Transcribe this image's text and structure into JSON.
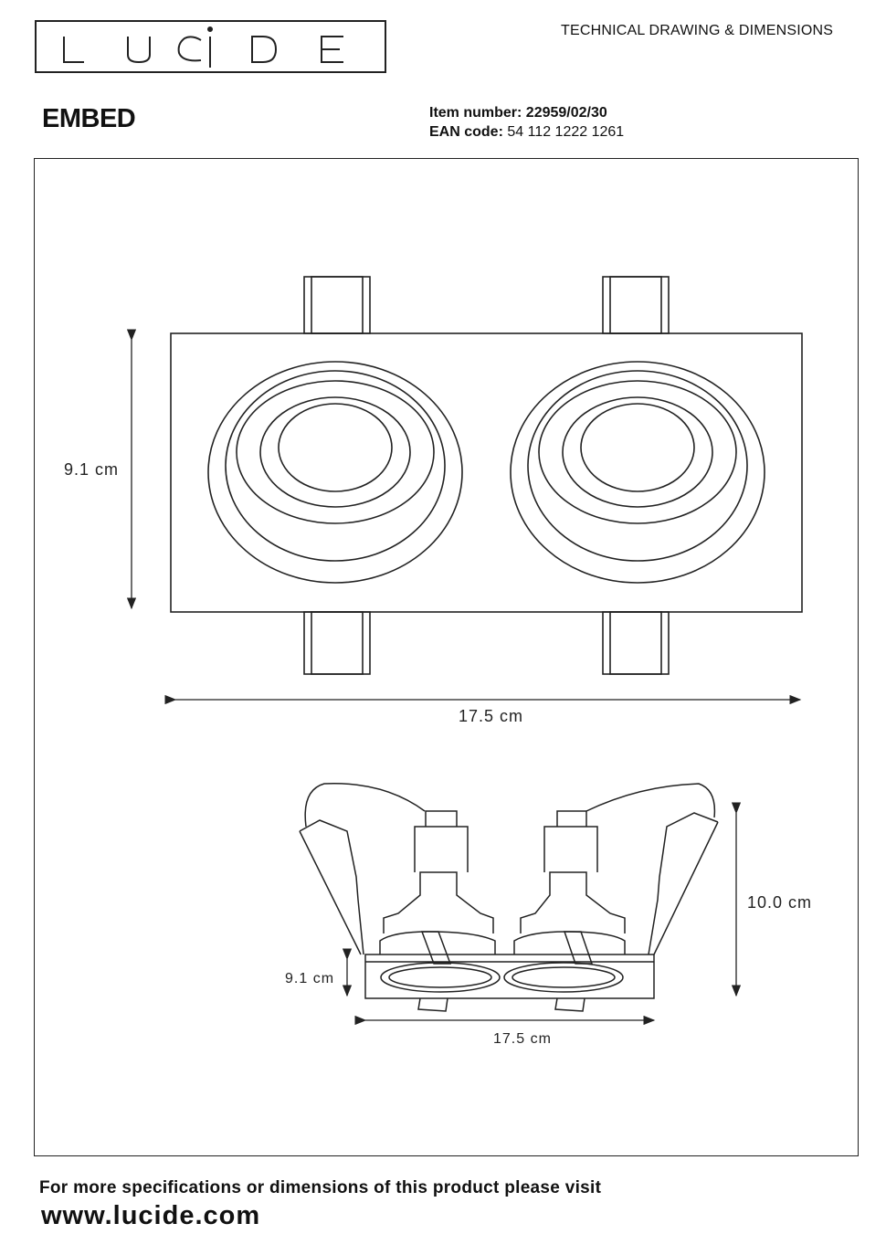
{
  "header": {
    "logo_text": "LUCIDE",
    "doc_title": "TECHNICAL DRAWING & DIMENSIONS"
  },
  "product": {
    "name": "EMBED",
    "item_label": "Item number:",
    "item_number": "22959/02/30",
    "ean_label": "EAN code:",
    "ean": "54 112 1222 1261"
  },
  "dimensions": {
    "top_height": "9.1 cm",
    "top_width": "17.5 cm",
    "side_height": "10.0 cm",
    "side_frame_height": "9.1 cm",
    "side_width": "17.5 cm"
  },
  "footer": {
    "line1": "For more specifications or dimensions of this product please visit",
    "url": "www.lucide.com"
  }
}
